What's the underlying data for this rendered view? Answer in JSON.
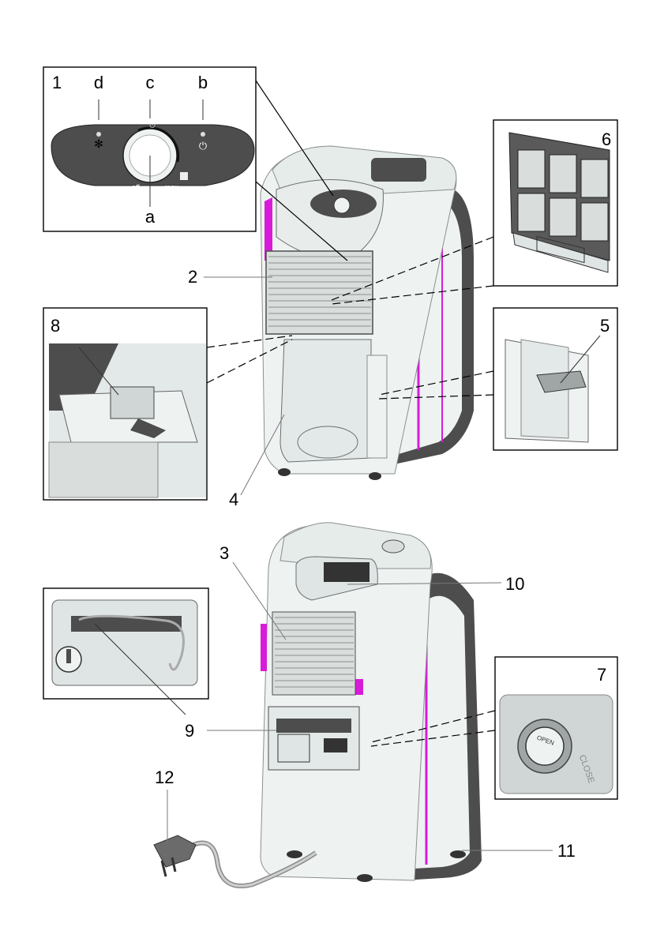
{
  "callouts": {
    "n1": "1",
    "n2": "2",
    "n3": "3",
    "n4": "4",
    "n5": "5",
    "n6": "6",
    "n7": "7",
    "n8": "8",
    "n9": "9",
    "n10": "10",
    "n11": "11",
    "n12": "12",
    "a": "a",
    "b": "b",
    "c": "c",
    "d": "d"
  },
  "panel": {
    "off": "off",
    "max": "max"
  },
  "valve": {
    "open": "OPEN",
    "close": "CLOSE"
  },
  "colors": {
    "body": "#eef3f2",
    "dark": "#4d4d4d",
    "stripe": "#d81bd8",
    "grille": "#d9dedd"
  },
  "icons": [
    "snowflake-icon",
    "power-icon",
    "timer-icon",
    "laundry-icon"
  ]
}
